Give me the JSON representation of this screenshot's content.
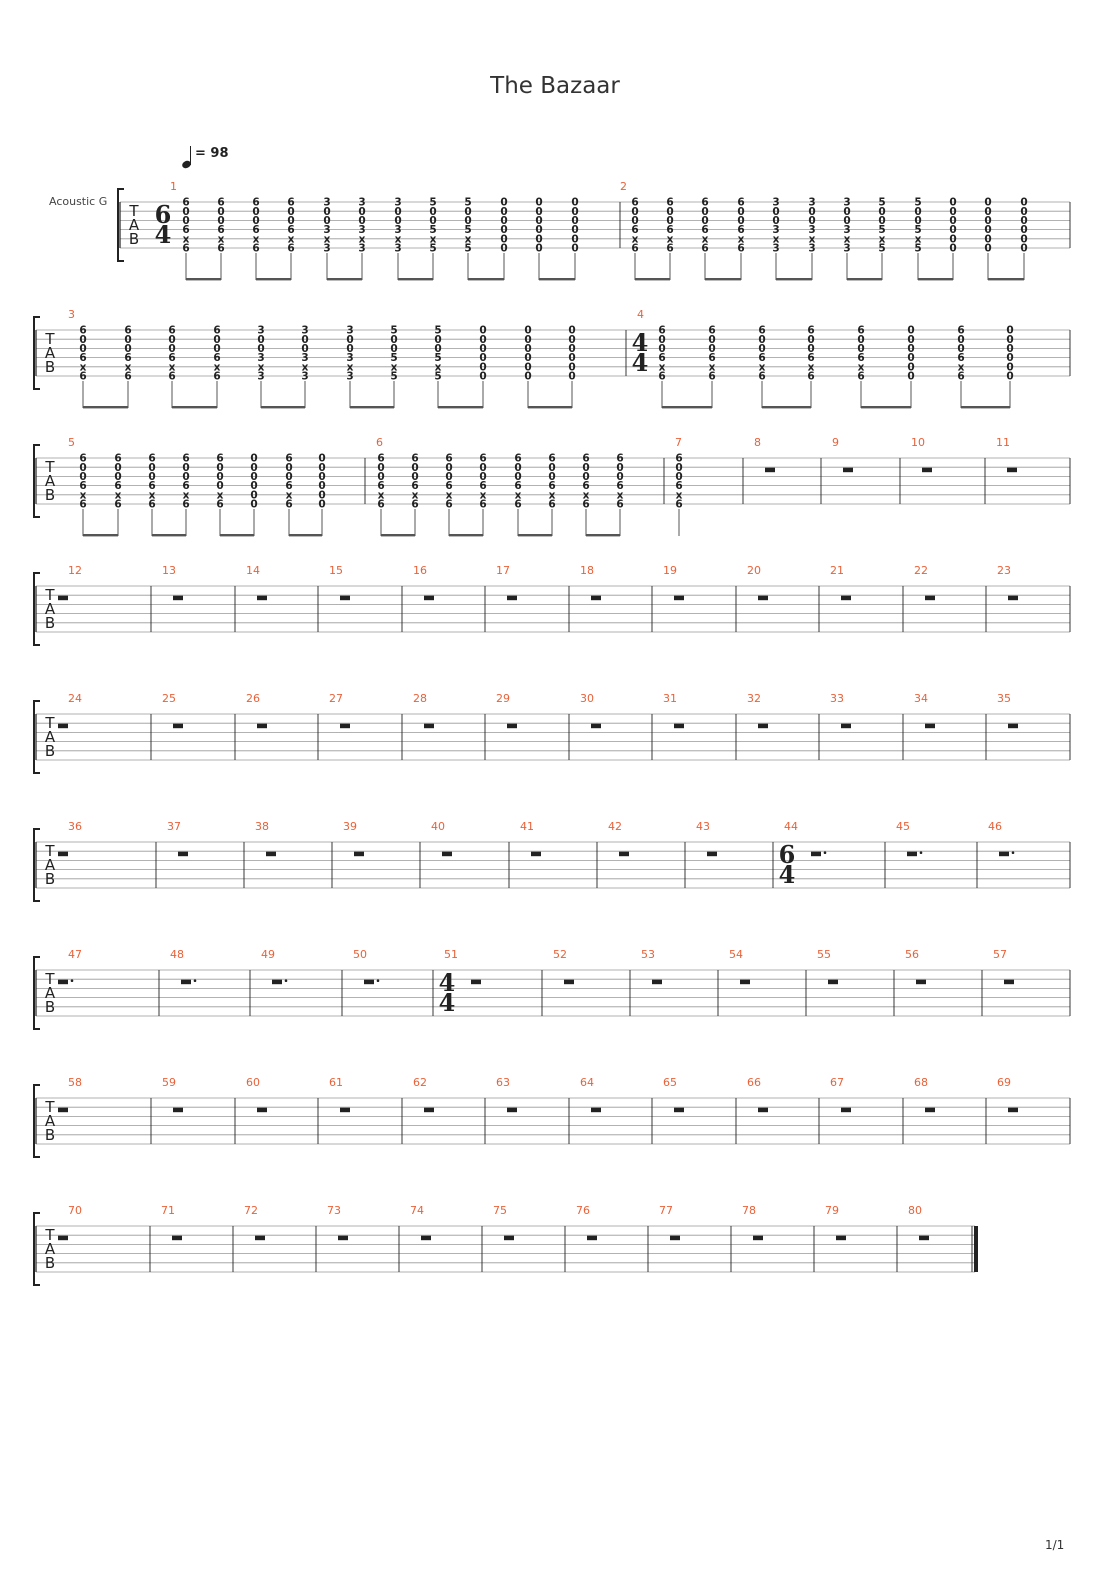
{
  "title": "The Bazaar",
  "tempo": "= 98",
  "instrument": "Acoustic G",
  "page_number": "1/1",
  "tab_letters": [
    "T",
    "A",
    "B"
  ],
  "measure_numbers": [
    "1",
    "2",
    "3",
    "4",
    "5",
    "6",
    "7",
    "8",
    "9",
    "10",
    "11",
    "12",
    "13",
    "14",
    "15",
    "16",
    "17",
    "18",
    "19",
    "20",
    "21",
    "22",
    "23",
    "24",
    "25",
    "26",
    "27",
    "28",
    "29",
    "30",
    "31",
    "32",
    "33",
    "34",
    "35",
    "36",
    "37",
    "38",
    "39",
    "40",
    "41",
    "42",
    "43",
    "44",
    "45",
    "46",
    "47",
    "48",
    "49",
    "50",
    "51",
    "52",
    "53",
    "54",
    "55",
    "56",
    "57",
    "58",
    "59",
    "60",
    "61",
    "62",
    "63",
    "64",
    "65",
    "66",
    "67",
    "68",
    "69",
    "70",
    "71",
    "72",
    "73",
    "74",
    "75",
    "76",
    "77",
    "78",
    "79",
    "80"
  ],
  "time_signatures": [
    {
      "measure": "1",
      "numerator": "6",
      "denominator": "4"
    },
    {
      "measure": "4",
      "numerator": "4",
      "denominator": "4"
    },
    {
      "measure": "44",
      "numerator": "6",
      "denominator": "4"
    },
    {
      "measure": "51",
      "numerator": "4",
      "denominator": "4"
    }
  ],
  "chords": {
    "E": [
      "6",
      "0",
      "0",
      "6",
      "x",
      "6"
    ],
    "C": [
      "3",
      "0",
      "0",
      "3",
      "x",
      "3"
    ],
    "D": [
      "5",
      "0",
      "0",
      "5",
      "x",
      "5"
    ],
    "O": [
      "0",
      "0",
      "0",
      "0",
      "0",
      "0"
    ],
    "A": [
      "6",
      "0",
      "0",
      "0",
      "x",
      "6"
    ],
    "B": [
      "0",
      "0",
      "0",
      "0",
      "0",
      "0"
    ]
  },
  "measures_with_notes": [
    {
      "number": "1",
      "chords": [
        "E",
        "E",
        "E",
        "E",
        "C",
        "C",
        "C",
        "D",
        "D",
        "O",
        "O",
        "O"
      ]
    },
    {
      "number": "2",
      "chords": [
        "E",
        "E",
        "E",
        "E",
        "C",
        "C",
        "C",
        "D",
        "D",
        "O",
        "O",
        "O"
      ]
    },
    {
      "number": "3",
      "chords": [
        "E",
        "E",
        "E",
        "E",
        "C",
        "C",
        "C",
        "D",
        "D",
        "O",
        "O",
        "O"
      ]
    },
    {
      "number": "4",
      "chords": [
        "E",
        "E",
        "E",
        "E",
        "E",
        "O",
        "E",
        "O"
      ]
    },
    {
      "number": "5",
      "chords": [
        "E",
        "E",
        "E",
        "E",
        "A",
        "B",
        "E",
        "O"
      ]
    },
    {
      "number": "6",
      "chords": [
        "E",
        "E",
        "E",
        "E",
        "E",
        "E",
        "E",
        "E"
      ]
    },
    {
      "number": "7",
      "chords": [
        "E"
      ]
    }
  ]
}
